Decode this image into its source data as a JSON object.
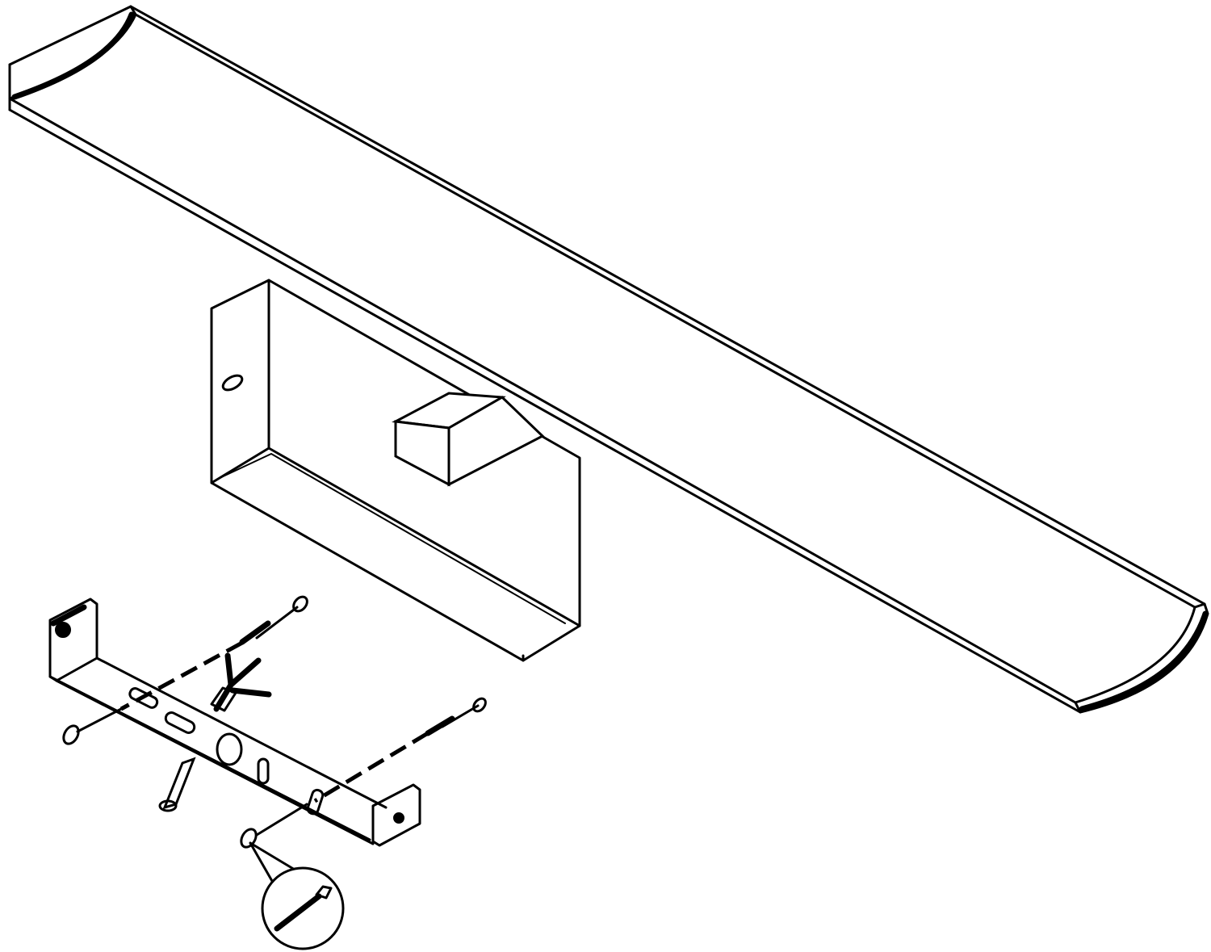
{
  "diagram": {
    "type": "exploded assembly drawing",
    "line_color": "#000000",
    "background_color": "#ffffff",
    "parts": [
      "lamp-bar",
      "wall-housing",
      "connector-arm",
      "mounting-bracket",
      "screw",
      "wall-plug",
      "power-wires",
      "torx-detail"
    ]
  }
}
